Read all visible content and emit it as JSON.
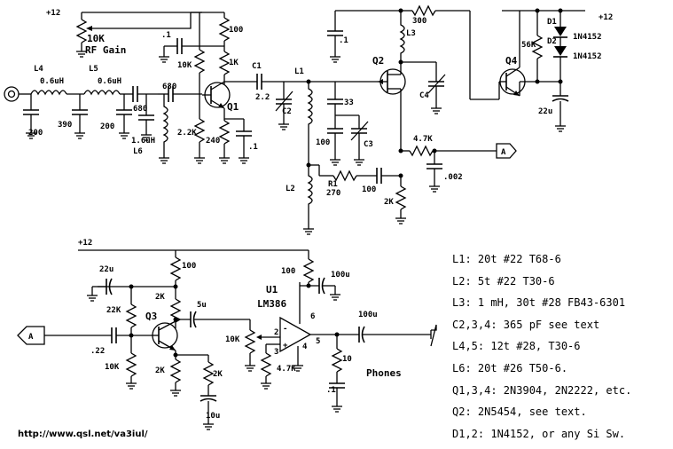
{
  "supply": {
    "top_left": "+12",
    "top_right": "+12",
    "audio": "+12"
  },
  "rf_section": {
    "rf_gain_label": "RF Gain",
    "rf_gain_pot": "10K",
    "inductors": {
      "l4": "L4",
      "l4_value": "0.6uH",
      "l5": "L5",
      "l5_value": "0.6uH",
      "l6": "L6",
      "l6_value": "1.6uH",
      "l1": "L1",
      "l2": "L2",
      "l3": "L3"
    },
    "caps": {
      "c200a": "200",
      "c390": "390",
      "c200b": "200",
      "c680a": "680",
      "c680b": "680",
      "c_point1a": ".1",
      "c_point1b": ".1",
      "c_point1c": ".1",
      "c1": "C1",
      "c1_value": "2.2",
      "c2": "C2",
      "c33": "33",
      "c100": "100",
      "c3": "C3",
      "c4": "C4",
      "c002": ".002",
      "c22u": "22u"
    },
    "resistors": {
      "r10k": "10K",
      "r100": "100",
      "r1k": "1K",
      "r2_2k": "2.2K",
      "r240": "240",
      "r300": "300",
      "r56k": "56K",
      "r4_7k": "4.7K",
      "r2k": "2K",
      "r1": "R1",
      "r1_value": "270",
      "r100b": "100"
    },
    "transistors": {
      "q1": "Q1",
      "q2": "Q2",
      "q4": "Q4"
    },
    "diodes": {
      "d1": "D1",
      "d1_value": "1N4152",
      "d2": "D2",
      "d2_value": "1N4152"
    },
    "connector": "A"
  },
  "audio_section": {
    "connector": "A",
    "caps": {
      "c22u": "22u",
      "c_22": ".22",
      "c5u": "5u",
      "c10u": "10u",
      "c100u_top": "100u",
      "c100u_out": "100u",
      "c_point1": ".1"
    },
    "resistors": {
      "r100a": "100",
      "r2k_a": "2K",
      "r22k": "22K",
      "r10k": "10K",
      "r2k_b": "2K",
      "r2k_c": "2K",
      "r100b": "100",
      "r10k_pot": "10K",
      "r4_7k": "4.7K",
      "r10": "10"
    },
    "transistor": "Q3",
    "ic_ref": "U1",
    "ic_name": "LM386",
    "pins": {
      "p2": "2",
      "p3": "3",
      "p4": "4",
      "p5": "5",
      "p6": "6"
    },
    "opamp_minus": "-",
    "opamp_plus": "+",
    "phones_label": "Phones"
  },
  "parts_list": [
    "L1: 20t #22 T68-6",
    "L2: 5t #22 T30-6",
    "L3: 1 mH, 30t #28 FB43-6301",
    "C2,3,4: 365 pF see text",
    "L4,5: 12t #28, T30-6",
    "L6: 20t #26 T50-6.",
    "Q1,3,4: 2N3904, 2N2222, etc.",
    "Q2: 2N5454, see text.",
    "D1,2: 1N4152, or any Si Sw."
  ],
  "url": "http://www.qsl.net/va3iul/"
}
